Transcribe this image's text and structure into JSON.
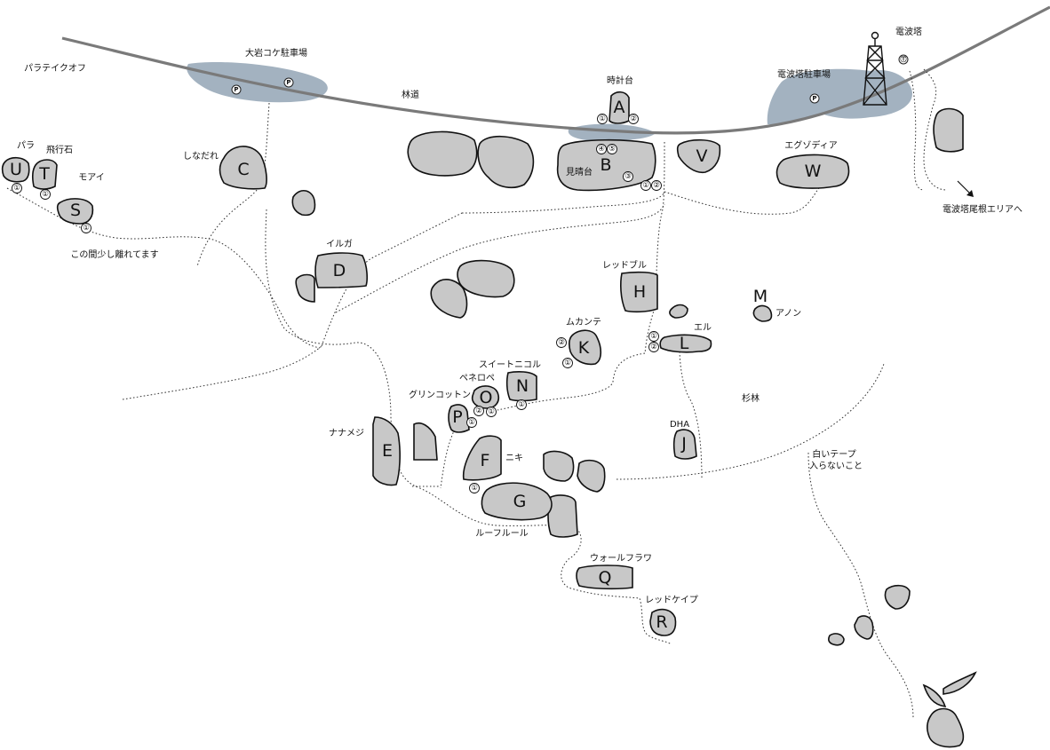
{
  "map": {
    "road_label": "林道",
    "places": {
      "parking_oiwa": "大岩コケ駐車場",
      "parking_tower": "電波塔駐車場",
      "radio_tower": "電波塔",
      "paradise_off": "パラテイクオフ",
      "to_tower_ridge": "電波塔尾根エリアへ",
      "note_distance": "この間少し離れてます",
      "sugi_forest": "杉林",
      "white_tape_line1": "白いテープ",
      "white_tape_line2": "入らないこと"
    },
    "parking_symbol": "P",
    "tower_symbol": "Ⓣ",
    "boulders": {
      "A": {
        "letter": "A",
        "name": "時計台",
        "problems": [
          "①",
          "②"
        ]
      },
      "B": {
        "letter": "B",
        "name": "見晴台",
        "problems": [
          "④",
          "⑤",
          "③",
          "①",
          "②"
        ]
      },
      "C": {
        "letter": "C",
        "name": "しなだれ"
      },
      "D": {
        "letter": "D",
        "name": "イルガ"
      },
      "E": {
        "letter": "E",
        "name": "ナナメジ"
      },
      "F": {
        "letter": "F",
        "name": "ニキ",
        "problems": [
          "①"
        ]
      },
      "G": {
        "letter": "G",
        "name": "ルーフルール"
      },
      "H": {
        "letter": "H",
        "name": "レッドブル"
      },
      "J": {
        "letter": "J",
        "name": "DHA"
      },
      "K": {
        "letter": "K",
        "name": "ムカンテ",
        "problems": [
          "②",
          "①"
        ]
      },
      "L": {
        "letter": "L",
        "name": "エル",
        "problems": [
          "①",
          "②"
        ]
      },
      "M": {
        "letter": "M",
        "name": "アノン"
      },
      "N": {
        "letter": "N",
        "name": "スイートニコル",
        "problems": [
          "①"
        ]
      },
      "O": {
        "letter": "O",
        "name": "ペネロペ",
        "problems": [
          "②",
          "①"
        ]
      },
      "P": {
        "letter": "P",
        "name": "グリンコットン",
        "problems": [
          "①"
        ]
      },
      "Q": {
        "letter": "Q",
        "name": "ウォールフラワ"
      },
      "R": {
        "letter": "R",
        "name": "レッドケイプ"
      },
      "S": {
        "letter": "S",
        "name": "モアイ",
        "problems": [
          "①"
        ]
      },
      "T": {
        "letter": "T",
        "name": "飛行石",
        "problems": [
          "①"
        ]
      },
      "U": {
        "letter": "U",
        "name": "パラ",
        "problems": [
          "①"
        ]
      },
      "V": {
        "letter": "V"
      },
      "W": {
        "letter": "W",
        "name": "エグゾディア"
      }
    }
  }
}
